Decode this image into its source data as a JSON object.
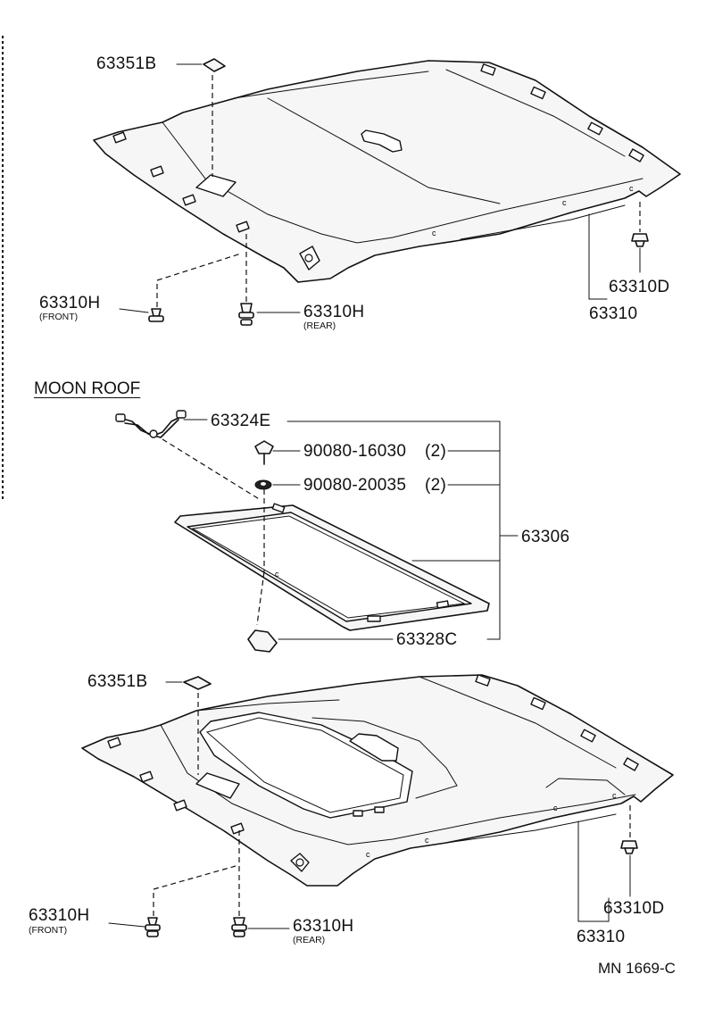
{
  "section_title": "MOON ROOF",
  "diagram_code": "MN 1669-C",
  "top_assembly": {
    "headliner_pad": "63351B",
    "clip_front": {
      "part": "63310H",
      "note": "(FRONT)"
    },
    "clip_rear": {
      "part": "63310H",
      "note": "(REAR)"
    },
    "side_clip": "63310D",
    "headliner": "63310"
  },
  "moon_roof": {
    "wire_harness": "63324E",
    "bolt": {
      "part": "90080-16030",
      "qty": "(2)"
    },
    "washer": {
      "part": "90080-20035",
      "qty": "(2)"
    },
    "garnish": "63306",
    "cover": "63328C"
  },
  "bottom_assembly": {
    "headliner_pad": "63351B",
    "clip_front": {
      "part": "63310H",
      "note": "(FRONT)"
    },
    "clip_rear": {
      "part": "63310H",
      "note": "(REAR)"
    },
    "side_clip": "63310D",
    "headliner": "63310"
  }
}
